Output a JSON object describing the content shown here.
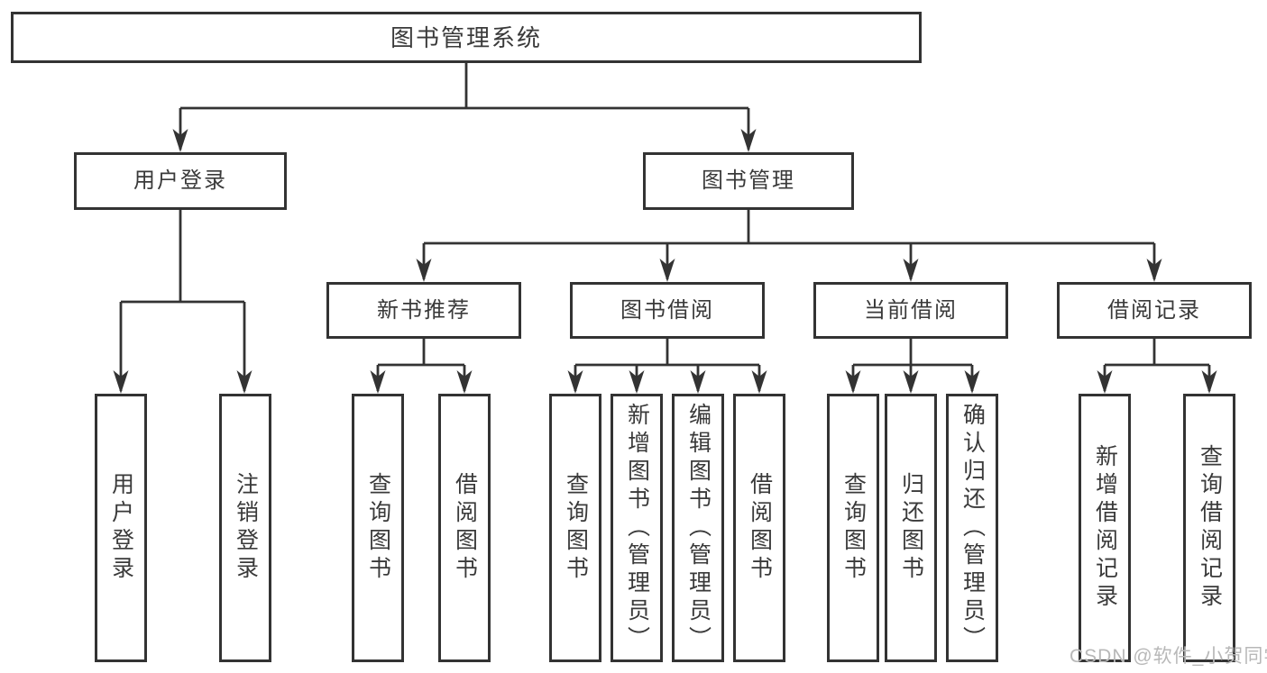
{
  "diagram": {
    "root": {
      "label": "图书管理系统"
    },
    "level2": {
      "user_login": {
        "label": "用户登录"
      },
      "book_mgmt": {
        "label": "图书管理"
      }
    },
    "level3": {
      "new_books": {
        "label": "新书推荐"
      },
      "borrowing": {
        "label": "图书借阅"
      },
      "current": {
        "label": "当前借阅"
      },
      "records": {
        "label": "借阅记录"
      }
    },
    "leaves": {
      "user_login": {
        "login": "用户登录",
        "logout": "注销登录"
      },
      "new_books": {
        "query": "查询图书",
        "borrow": "借阅图书"
      },
      "borrowing": {
        "query": "查询图书",
        "add": "新增图书（管理员）",
        "edit": "编辑图书（管理员）",
        "borrow": "借阅图书"
      },
      "current": {
        "query": "查询图书",
        "return": "归还图书",
        "confirm": "确认归还（管理员）"
      },
      "records": {
        "add": "新增借阅记录",
        "query": "查询借阅记录"
      }
    }
  },
  "watermark": {
    "text": "CSDN @软件_小贺同学"
  },
  "colors": {
    "line": "#333333",
    "text": "#3a3a3a",
    "watermark": "#b8b8b8",
    "background": "#ffffff"
  }
}
